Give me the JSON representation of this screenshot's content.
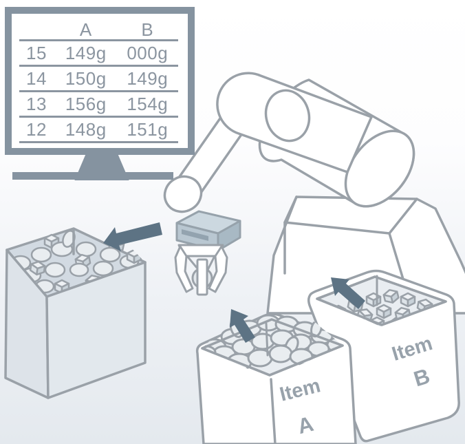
{
  "monitor": {
    "table": {
      "header": {
        "no": "",
        "a": "A",
        "b": "B"
      },
      "rows": [
        {
          "no": "15",
          "a": "149g",
          "b": "000g"
        },
        {
          "no": "14",
          "a": "150g",
          "b": "149g"
        },
        {
          "no": "13",
          "a": "156g",
          "b": "154g"
        },
        {
          "no": "12",
          "a": "148g",
          "b": "151g"
        }
      ]
    }
  },
  "bins": {
    "a": {
      "label_line1": "Item",
      "label_line2": "A"
    },
    "b": {
      "label_line1": "Item",
      "label_line2": "B"
    }
  },
  "colors": {
    "frame": "#8593a0",
    "line": "#9aa1a8",
    "text": "#8b95a0",
    "arrow": "#5d7384",
    "sensor1": "#ccd8e0",
    "sensor2": "#b9c7d1",
    "sensor3": "#a8b9c4",
    "boxfill": "#dde3e9",
    "bgbottom": "#e4e9ee"
  }
}
